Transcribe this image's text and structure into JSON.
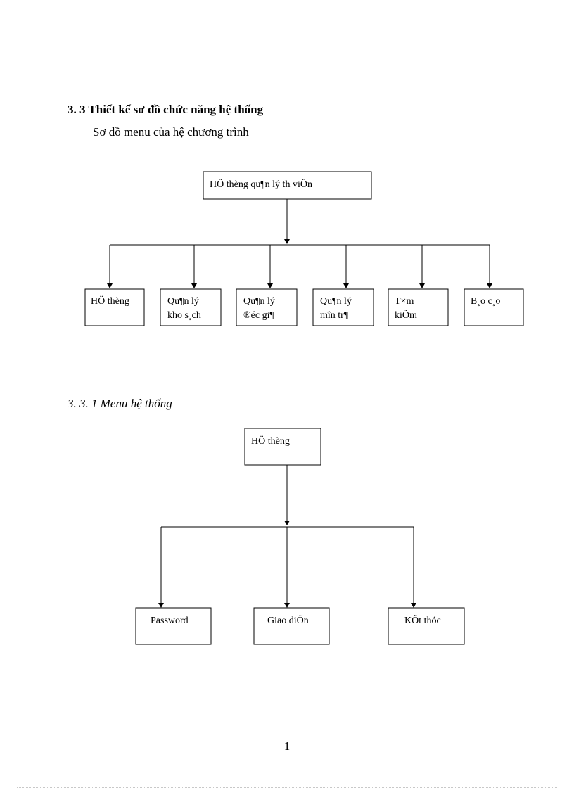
{
  "heading": "3. 3 Thiết kế sơ đồ chức năng hệ thống",
  "subheading": "Sơ đồ menu của hệ chương trình",
  "diagram1": {
    "root": "HÖ thèng qu¶n lý th­ viÖn",
    "children": [
      [
        "HÖ thèng"
      ],
      [
        "Qu¶n lý",
        "kho s¸ch"
      ],
      [
        "Qu¶n lý",
        "®éc gi¶"
      ],
      [
        "Qu¶n lý",
        "m­în  tr¶"
      ],
      [
        "T×m",
        "kiÕm"
      ],
      [
        "B¸o c¸o"
      ]
    ]
  },
  "section_title": "3. 3. 1 Menu hệ thống",
  "diagram2": {
    "root": "HÖ thèng",
    "children": [
      "Password",
      "Giao  diÖn",
      "KÕt thóc"
    ]
  },
  "page_number": "1"
}
